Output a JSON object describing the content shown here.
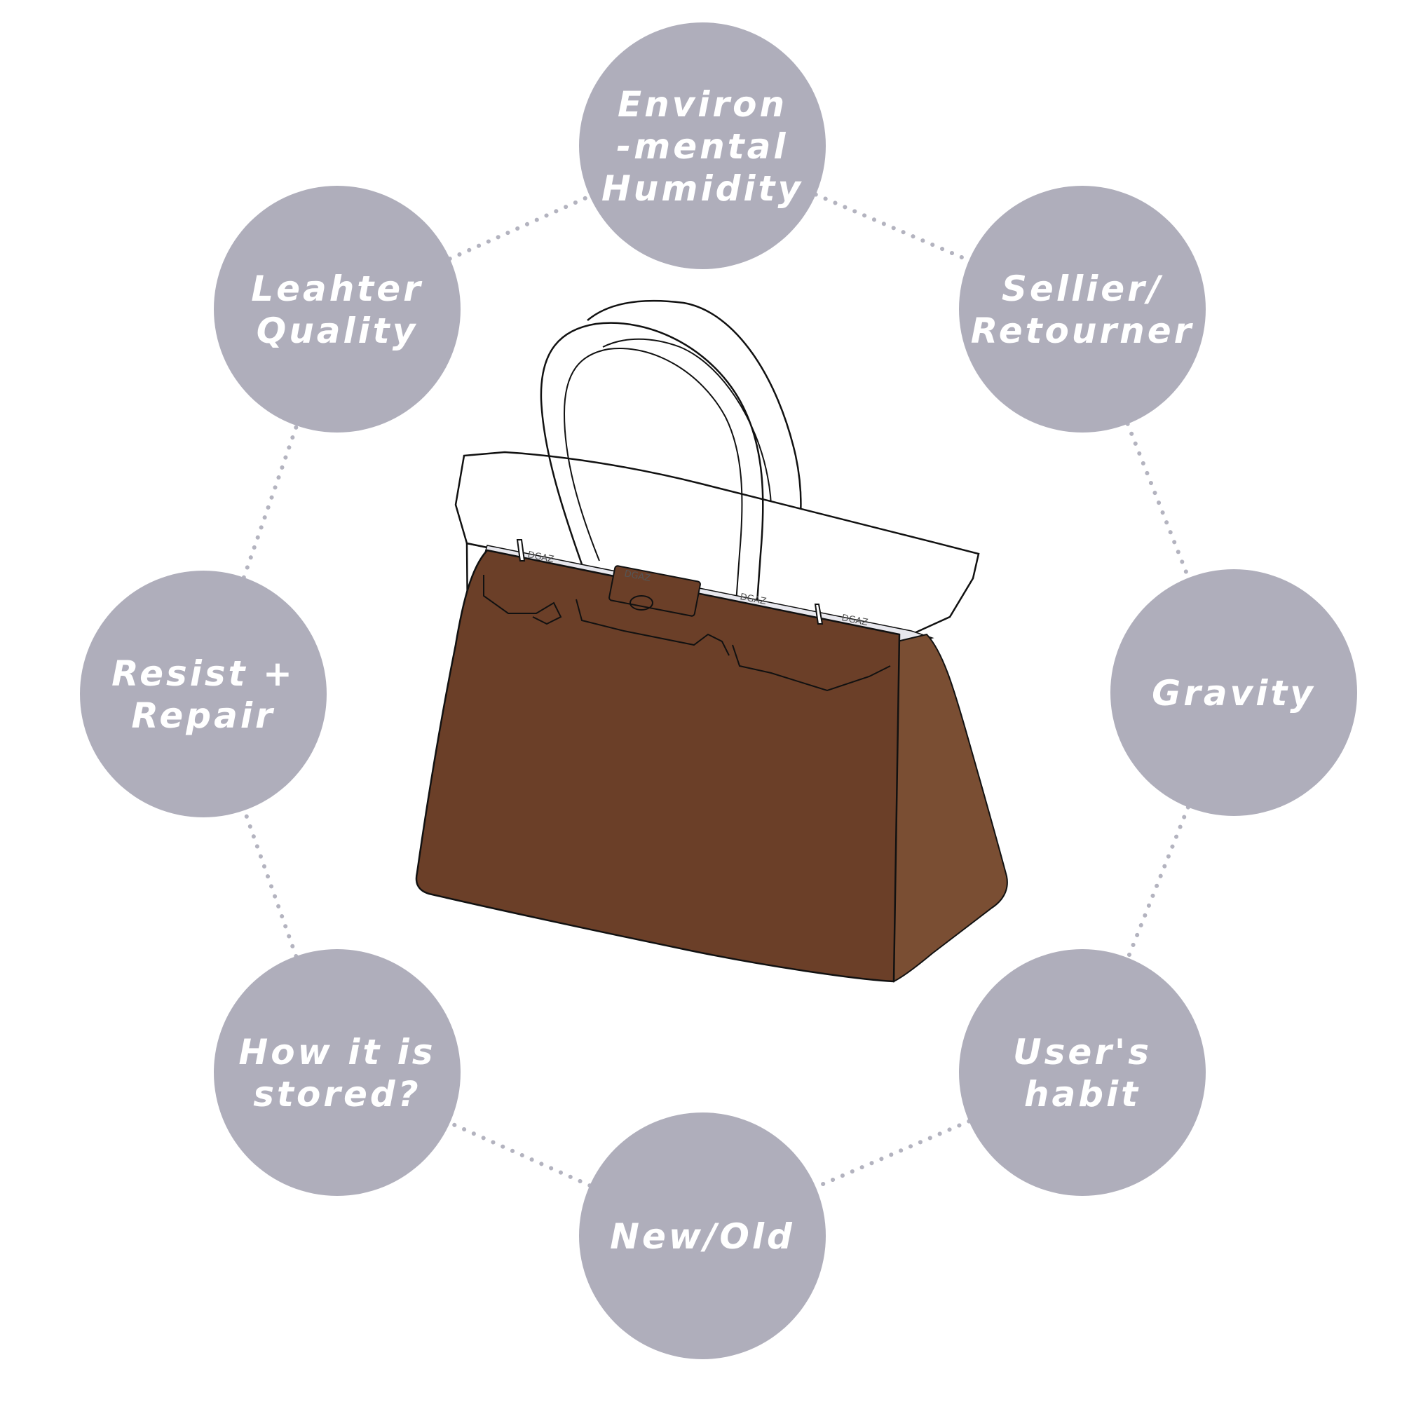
{
  "colors": {
    "circle_fill": "#afaebb",
    "dot_color": "#b3b3bf",
    "label_color": "#ffffff",
    "leather_front": "#6b3f28",
    "leather_side": "#7a4e33",
    "outline": "#111111"
  },
  "illustration": {
    "type": "handbag",
    "tag_text": "DGAZ"
  },
  "factors": [
    {
      "id": "humidity",
      "lines": [
        "Environ",
        "-mental",
        "Humidity"
      ]
    },
    {
      "id": "sellier",
      "lines": [
        "Sellier/",
        "Retourner"
      ]
    },
    {
      "id": "gravity",
      "lines": [
        "Gravity"
      ]
    },
    {
      "id": "habit",
      "lines": [
        "User's",
        "habit"
      ]
    },
    {
      "id": "newold",
      "lines": [
        "New/Old"
      ]
    },
    {
      "id": "stored",
      "lines": [
        "How it is",
        "stored?"
      ]
    },
    {
      "id": "repair",
      "lines": [
        "Resist +",
        "Repair"
      ]
    },
    {
      "id": "leather",
      "lines": [
        "Leahter",
        "Quality"
      ]
    }
  ]
}
